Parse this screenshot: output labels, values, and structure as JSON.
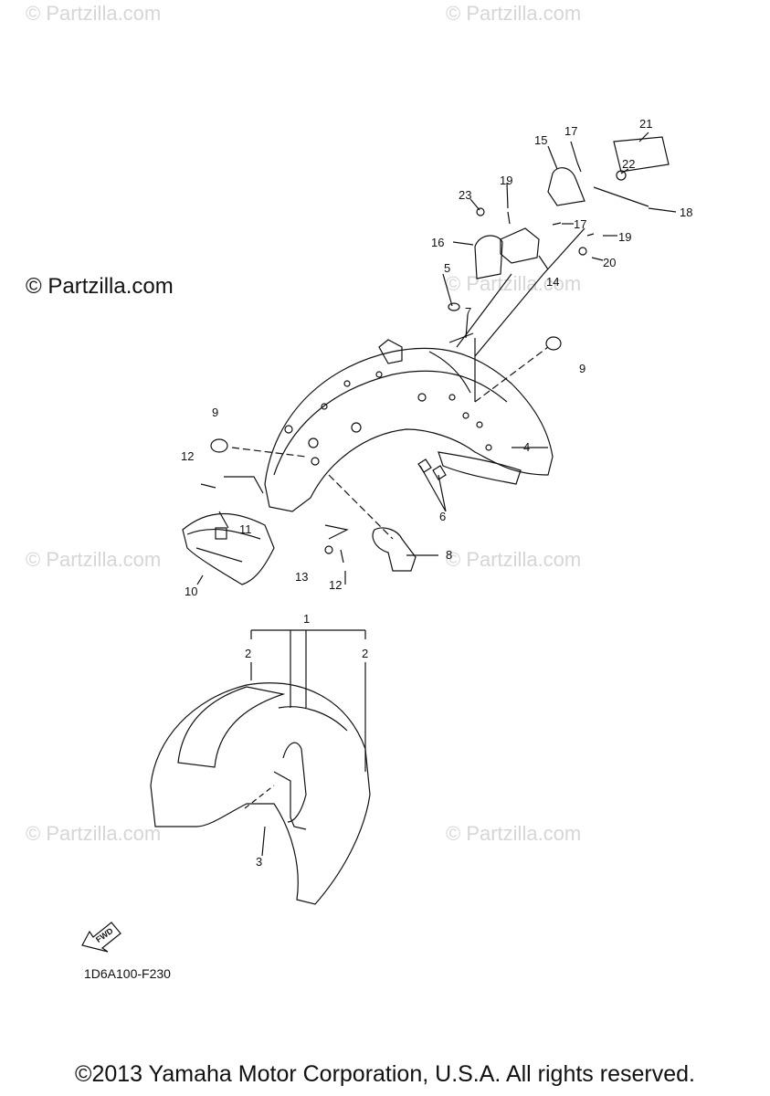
{
  "watermark": "© Partzilla.com",
  "brand_watermark": "© Partzilla.com",
  "diagram_code": "1D6A100-F230",
  "fwd_label": "FWD",
  "footer": "©2013 Yamaha Motor Corporation, U.S.A. All rights reserved.",
  "callouts": {
    "c1": "1",
    "c2a": "2",
    "c2b": "2",
    "c3": "3",
    "c4": "4",
    "c5": "5",
    "c6": "6",
    "c7": "7",
    "c8": "8",
    "c9a": "9",
    "c9b": "9",
    "c10": "10",
    "c11": "11",
    "c12a": "12",
    "c12b": "12",
    "c13": "13",
    "c14": "14",
    "c15": "15",
    "c16": "16",
    "c17a": "17",
    "c17b": "17",
    "c18": "18",
    "c19a": "19",
    "c19b": "19",
    "c20": "20",
    "c21": "21",
    "c22": "22",
    "c23": "23"
  }
}
